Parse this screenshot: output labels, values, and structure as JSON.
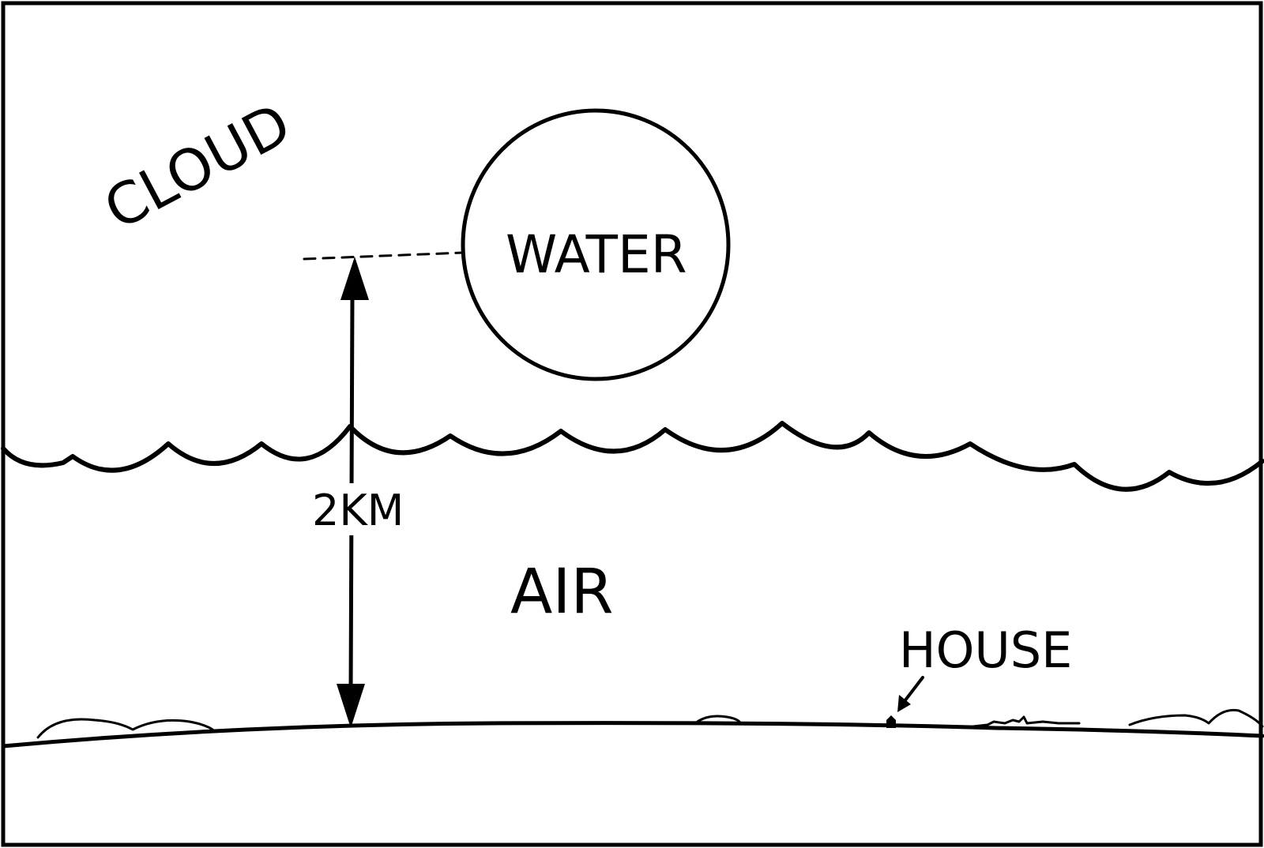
{
  "labels": {
    "cloud": "CLOUD",
    "water": "WATER",
    "distance": "2KM",
    "air": "AIR",
    "house": "HOUSE"
  },
  "colors": {
    "ink": "#000000",
    "background": "#ffffff"
  }
}
